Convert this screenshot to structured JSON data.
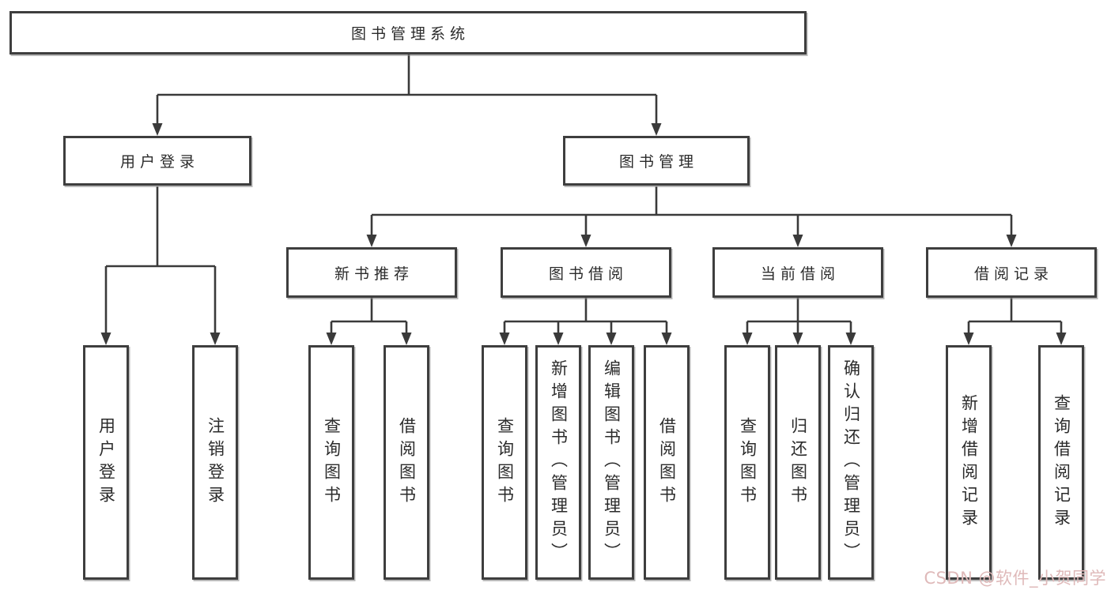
{
  "tree": {
    "root": {
      "label": "图书管理系统"
    },
    "children": [
      {
        "label": "用户登录",
        "children": [
          {
            "label": "用户登录"
          },
          {
            "label": "注销登录"
          }
        ]
      },
      {
        "label": "图书管理",
        "children": [
          {
            "label": "新书推荐",
            "children": [
              {
                "label": "查询图书"
              },
              {
                "label": "借阅图书"
              }
            ]
          },
          {
            "label": "图书借阅",
            "children": [
              {
                "label": "查询图书"
              },
              {
                "label": "新增图书（管理员）"
              },
              {
                "label": "编辑图书（管理员）"
              },
              {
                "label": "借阅图书"
              }
            ]
          },
          {
            "label": "当前借阅",
            "children": [
              {
                "label": "查询图书"
              },
              {
                "label": "归还图书"
              },
              {
                "label": "确认归还（管理员）"
              }
            ]
          },
          {
            "label": "借阅记录",
            "children": [
              {
                "label": "新增借阅记录"
              },
              {
                "label": "查询借阅记录"
              }
            ]
          }
        ]
      }
    ]
  },
  "watermark": {
    "text": "CSDN @软件_小贺同学",
    "color": "#dfb9b9"
  },
  "colors": {
    "box_border": "#3e3e3e",
    "connector_line": "#3a3a3a",
    "text": "#2b2b2b",
    "background": "#ffffff",
    "watermark": "#dfb9b9"
  }
}
